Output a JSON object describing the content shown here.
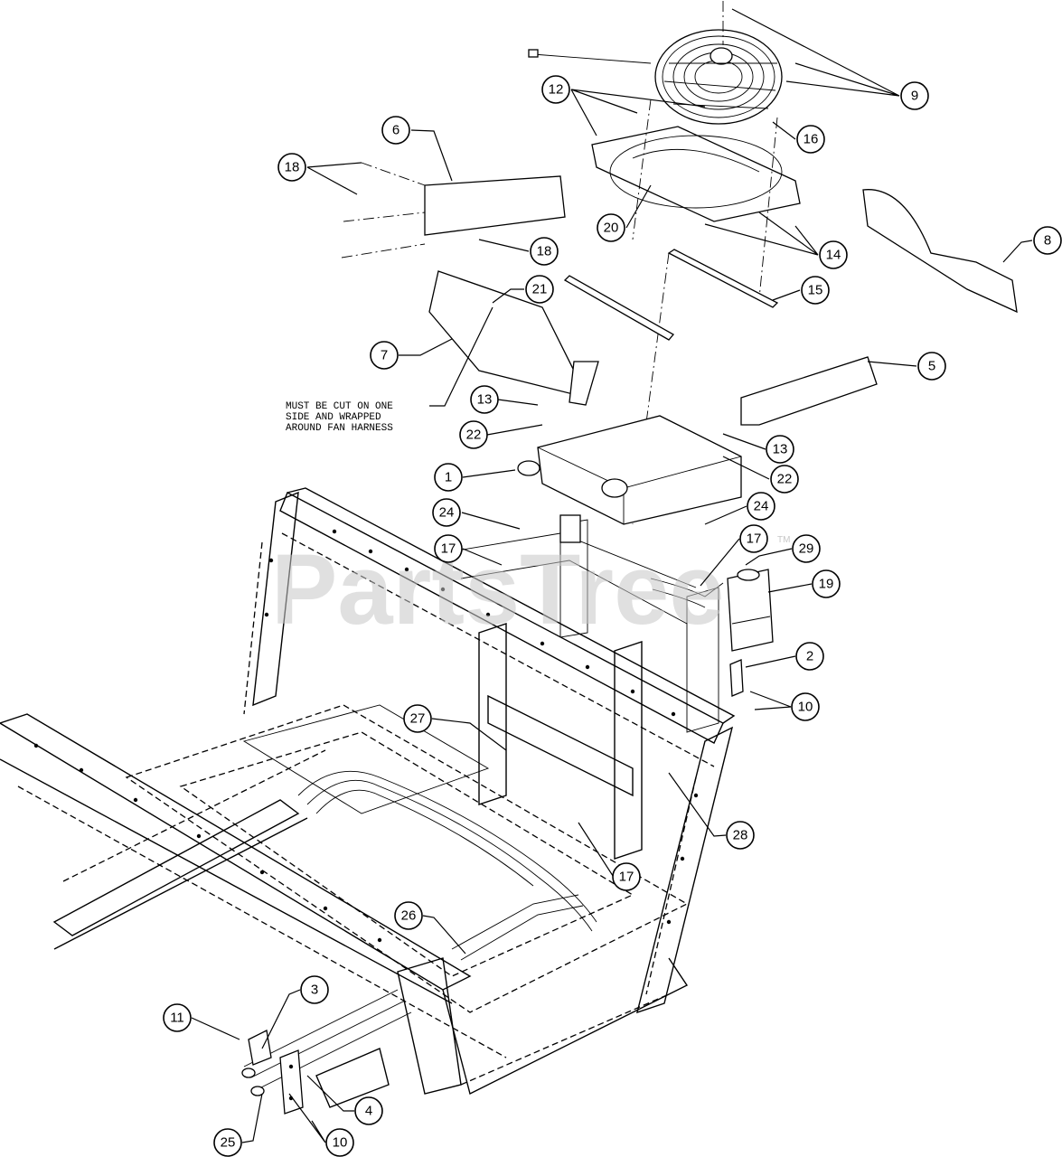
{
  "watermark": {
    "text": "PartsTree",
    "trademark": "TM"
  },
  "note": {
    "lines": [
      "MUST BE CUT ON ONE",
      "SIDE AND WRAPPED",
      "AROUND FAN HARNESS"
    ]
  },
  "callouts": [
    {
      "id": "c9",
      "label": "9"
    },
    {
      "id": "c12",
      "label": "12"
    },
    {
      "id": "c16",
      "label": "16"
    },
    {
      "id": "c6",
      "label": "6"
    },
    {
      "id": "c18a",
      "label": "18"
    },
    {
      "id": "c20",
      "label": "20"
    },
    {
      "id": "c18b",
      "label": "18"
    },
    {
      "id": "c14",
      "label": "14"
    },
    {
      "id": "c8",
      "label": "8"
    },
    {
      "id": "c21",
      "label": "21"
    },
    {
      "id": "c15",
      "label": "15"
    },
    {
      "id": "c7",
      "label": "7"
    },
    {
      "id": "c5",
      "label": "5"
    },
    {
      "id": "c13a",
      "label": "13"
    },
    {
      "id": "c22a",
      "label": "22"
    },
    {
      "id": "c13b",
      "label": "13"
    },
    {
      "id": "c1",
      "label": "1"
    },
    {
      "id": "c22b",
      "label": "22"
    },
    {
      "id": "c24a",
      "label": "24"
    },
    {
      "id": "c24b",
      "label": "24"
    },
    {
      "id": "c17a",
      "label": "17"
    },
    {
      "id": "c17b",
      "label": "17"
    },
    {
      "id": "c29",
      "label": "29"
    },
    {
      "id": "c19",
      "label": "19"
    },
    {
      "id": "c2",
      "label": "2"
    },
    {
      "id": "c10a",
      "label": "10"
    },
    {
      "id": "c27",
      "label": "27"
    },
    {
      "id": "c28",
      "label": "28"
    },
    {
      "id": "c17c",
      "label": "17"
    },
    {
      "id": "c26",
      "label": "26"
    },
    {
      "id": "c3",
      "label": "3"
    },
    {
      "id": "c11",
      "label": "11"
    },
    {
      "id": "c4",
      "label": "4"
    },
    {
      "id": "c25",
      "label": "25"
    },
    {
      "id": "c10b",
      "label": "10"
    }
  ]
}
